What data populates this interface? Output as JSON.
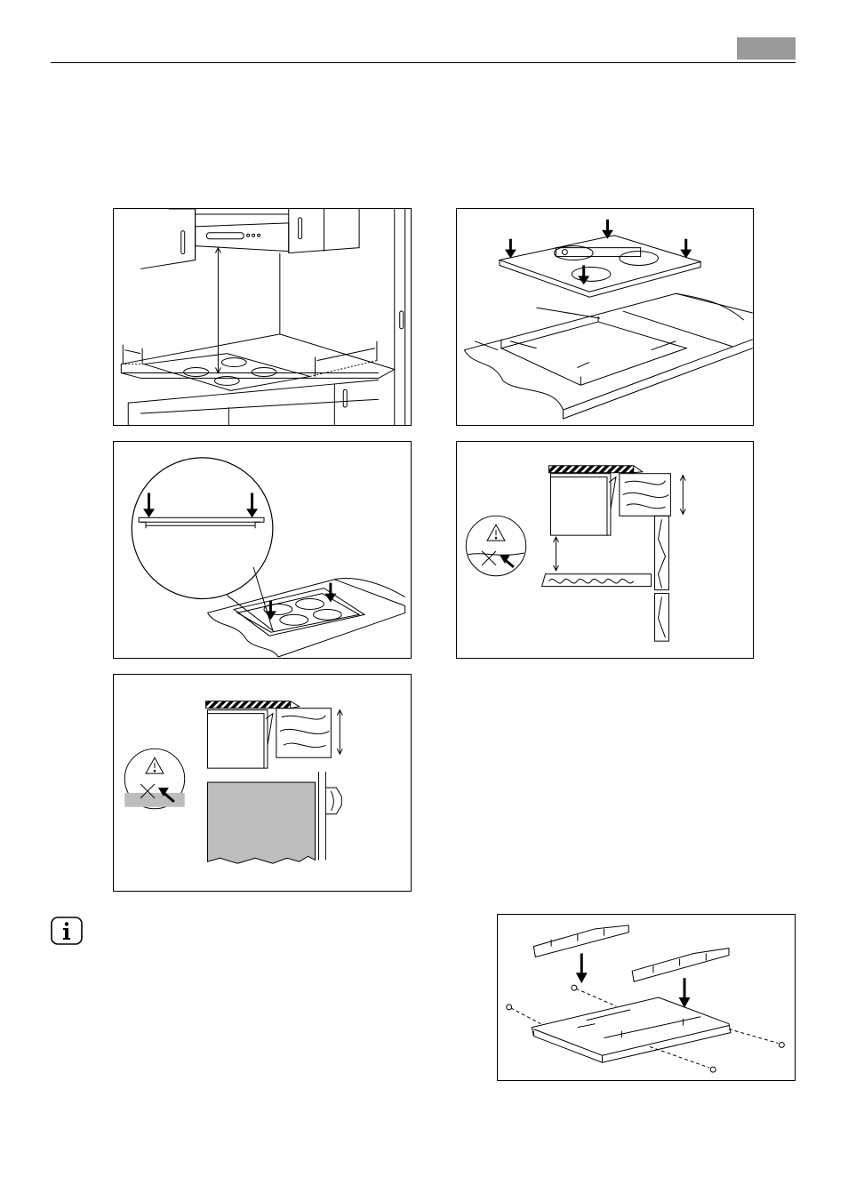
{
  "header": {
    "language_tab_color": "#9a9a9a"
  },
  "figures": [
    {
      "name": "figure-hood-clearance",
      "icon": "kitchen-hob-hood-illustration"
    },
    {
      "name": "figure-hob-cutout",
      "icon": "hob-cutout-illustration"
    },
    {
      "name": "figure-hob-seal-detail",
      "icon": "hob-seal-detail-illustration"
    },
    {
      "name": "figure-drawer-clearance",
      "icon": "drawer-clearance-illustration"
    },
    {
      "name": "figure-oven-clearance",
      "icon": "oven-clearance-illustration"
    },
    {
      "name": "figure-frame-assembly",
      "icon": "mounting-frame-illustration"
    }
  ],
  "info_icon": "info-icon"
}
